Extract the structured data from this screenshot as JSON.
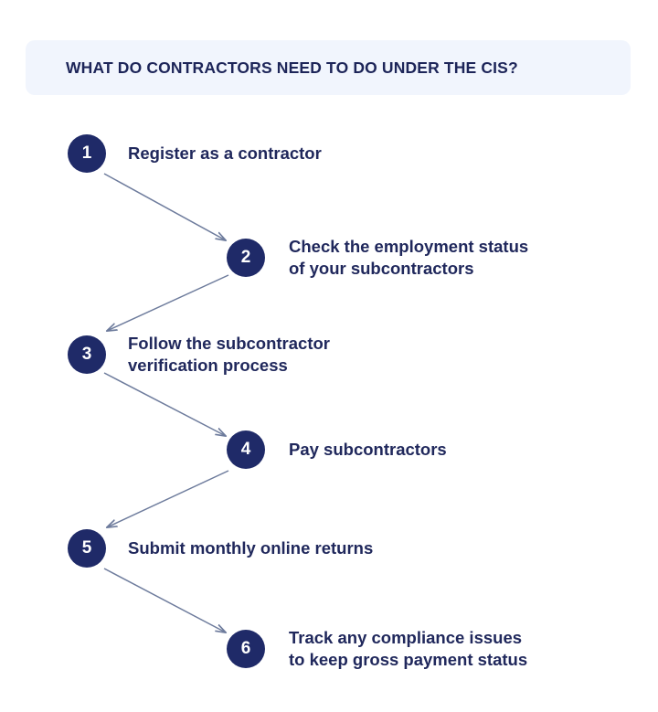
{
  "header": {
    "title": "WHAT DO CONTRACTORS NEED TO DO UNDER THE CIS?",
    "background_color": "#f1f5fd",
    "text_color": "#1d2559"
  },
  "theme": {
    "badge_color": "#1f2a68",
    "badge_text_color": "#ffffff",
    "step_text_color": "#20285c",
    "arrow_color": "#6d7b9c",
    "page_background": "#ffffff"
  },
  "diagram": {
    "type": "zigzag-flow",
    "step_count": 6,
    "steps": [
      {
        "number": "1",
        "label": "Register as a contractor",
        "column": "left"
      },
      {
        "number": "2",
        "label": "Check the employment status\nof your subcontractors",
        "column": "right"
      },
      {
        "number": "3",
        "label": "Follow the subcontractor\nverification process",
        "column": "left"
      },
      {
        "number": "4",
        "label": "Pay subcontractors",
        "column": "right"
      },
      {
        "number": "5",
        "label": "Submit monthly online returns",
        "column": "left"
      },
      {
        "number": "6",
        "label": "Track any compliance issues\nto keep gross payment status",
        "column": "right"
      }
    ],
    "connectors": [
      {
        "from": "1",
        "to": "2",
        "direction": "down-right"
      },
      {
        "from": "2",
        "to": "3",
        "direction": "down-left"
      },
      {
        "from": "3",
        "to": "4",
        "direction": "down-right"
      },
      {
        "from": "4",
        "to": "5",
        "direction": "down-left"
      },
      {
        "from": "5",
        "to": "6",
        "direction": "down-right"
      }
    ]
  }
}
